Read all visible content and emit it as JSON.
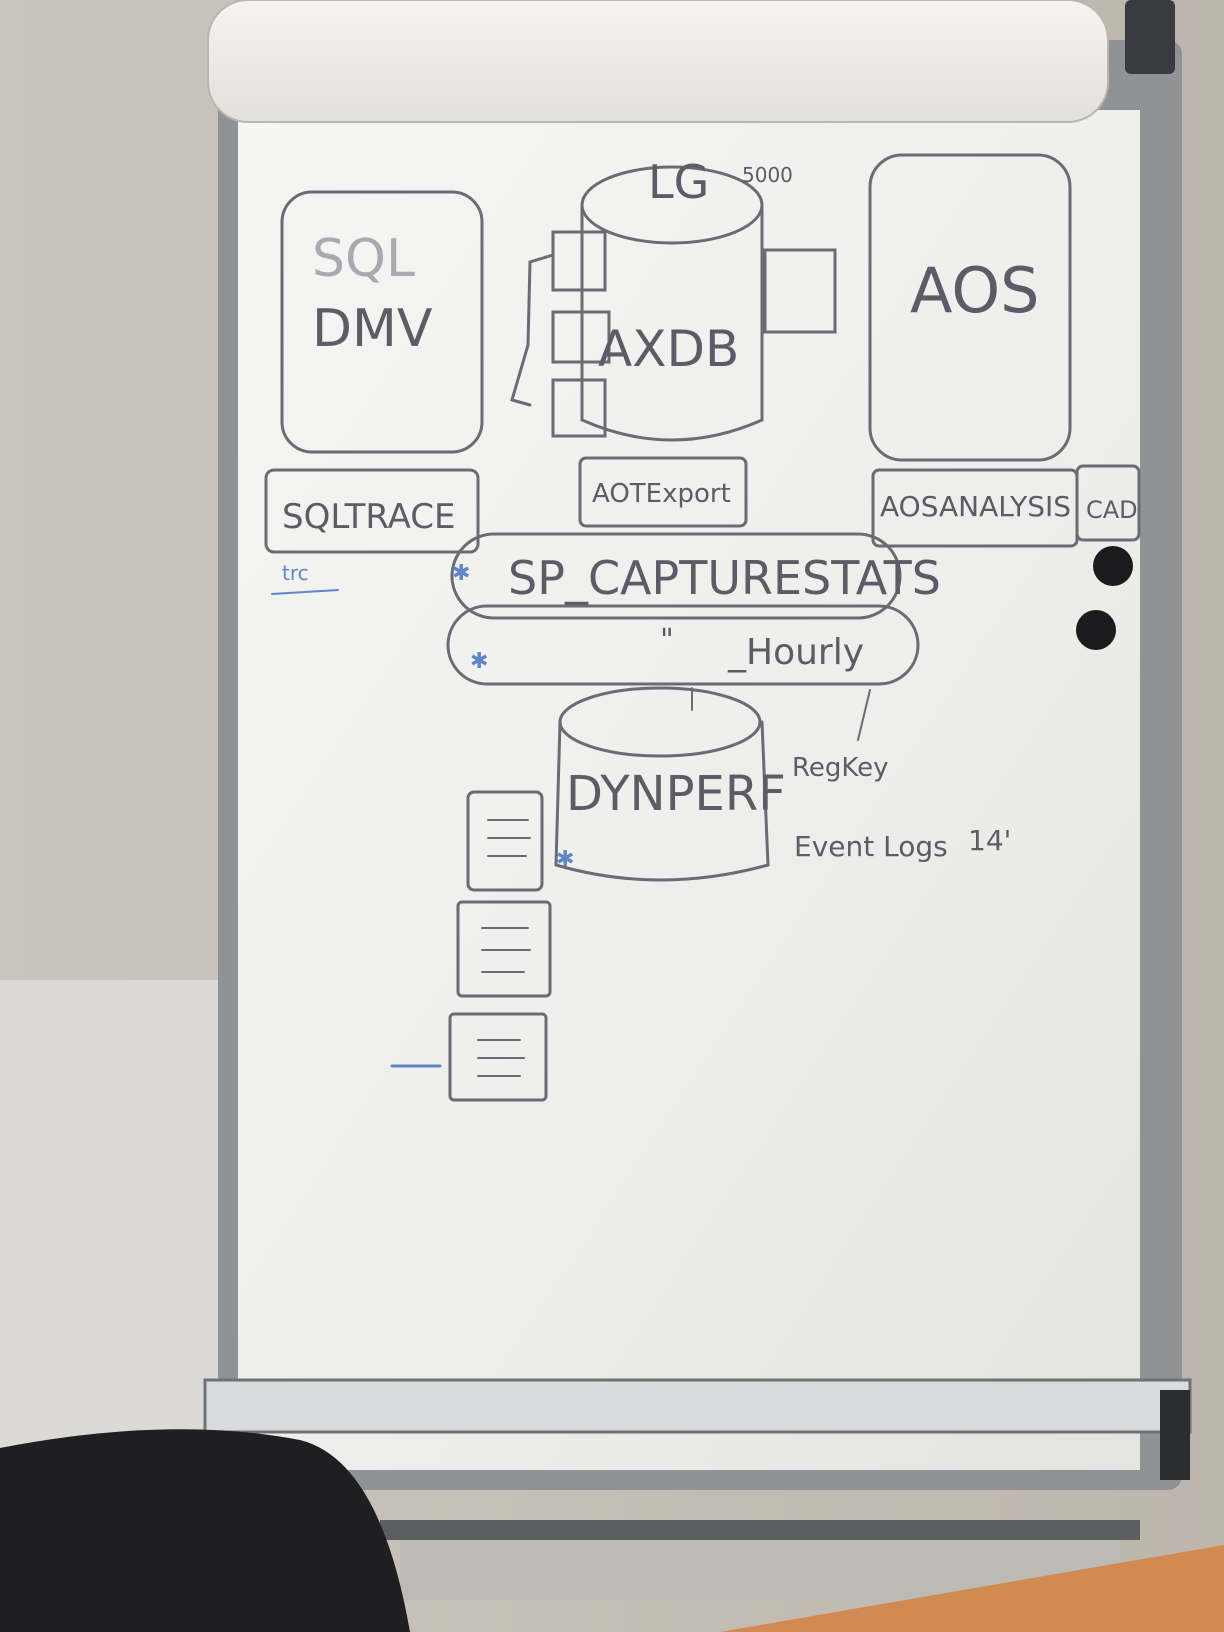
{
  "board": {
    "texts": {
      "lg": "LG",
      "lg_note": "5000",
      "sql": "SQL",
      "dmv": "DMV",
      "axdb": "AXDB",
      "aos": "AOS",
      "sqltrace": "SQLTRACE",
      "aotexport": "AOTExport",
      "aosanalysis": "AOSANALYSIS",
      "cad": "CAD",
      "trc": "trc",
      "sp_capture": "SP_CAPTURESTATS",
      "ditto": "\"",
      "hourly": "_Hourly",
      "dynperf": "DYNPERF",
      "regkey": "RegKey",
      "eventlogs": "Event Logs",
      "eventlogs_note": "14'"
    }
  },
  "colors": {
    "wall": "#cfc9c1",
    "board": "#f3f3f1",
    "frame": "#9a9da0",
    "marker_gray": "#5c5c66",
    "marker_blue": "#5f86c6",
    "table": "#d08a52",
    "chair": "#1f1f22"
  }
}
